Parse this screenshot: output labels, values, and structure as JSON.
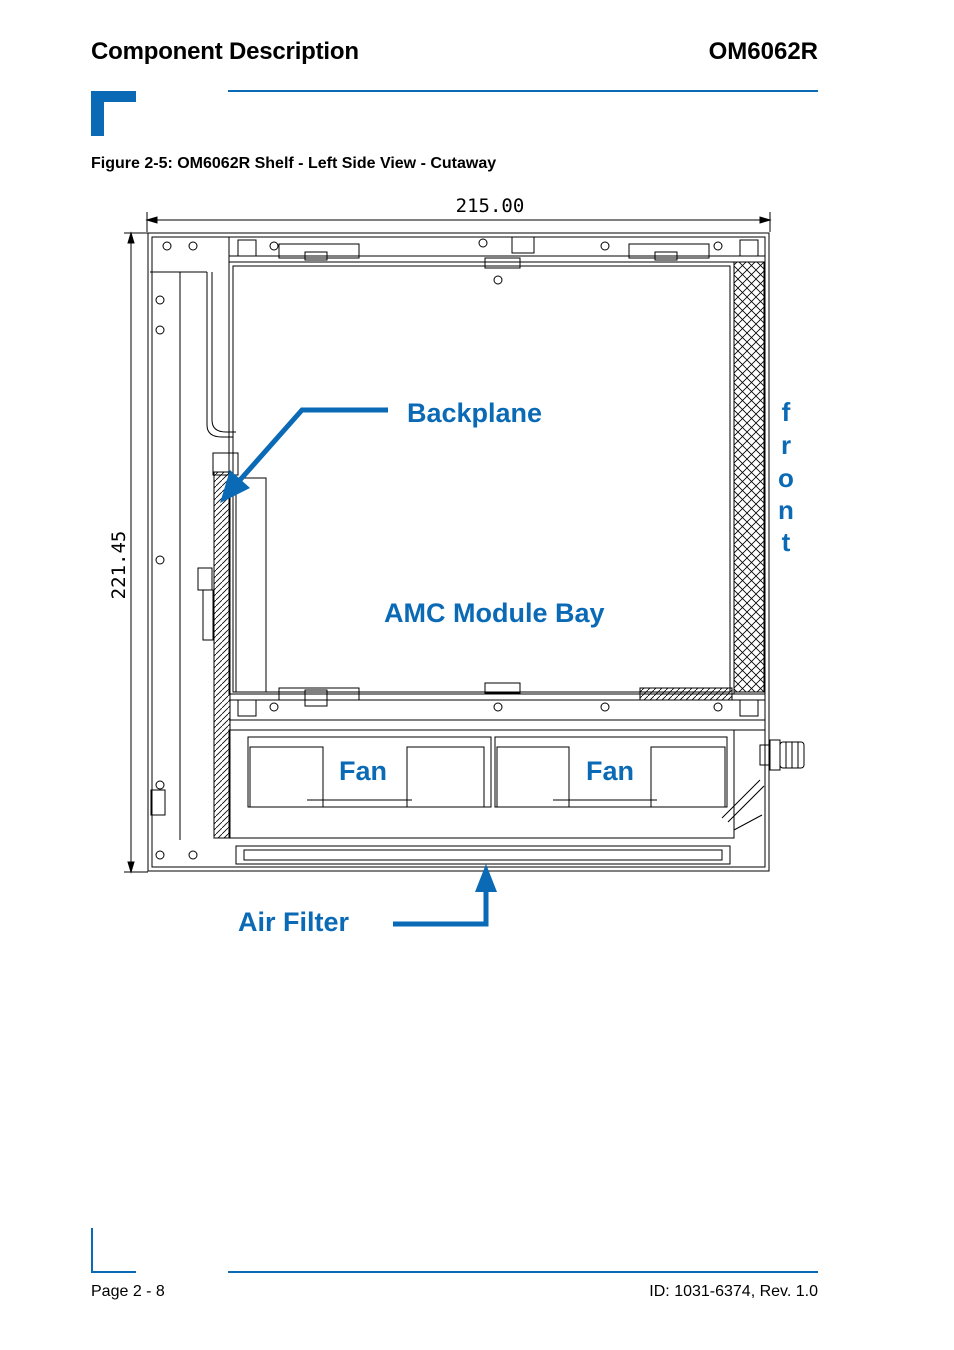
{
  "header": {
    "section_title": "Component Description",
    "product": "OM6062R"
  },
  "figure": {
    "caption": "Figure 2-5:  OM6062R Shelf - Left Side View - Cutaway",
    "dim_width": "215.00",
    "dim_height": "221.45",
    "labels": {
      "backplane": "Backplane",
      "amc_bay": "AMC Module Bay",
      "fan_left": "Fan",
      "fan_right": "Fan",
      "air_filter": "Air Filter",
      "front_letters": [
        "f",
        "r",
        "o",
        "n",
        "t"
      ]
    },
    "colors": {
      "accent": "#0a6ab5",
      "line": "#000000"
    }
  },
  "footer": {
    "page": "Page 2 - 8",
    "doc_id": "ID: 1031-6374, Rev. 1.0"
  }
}
